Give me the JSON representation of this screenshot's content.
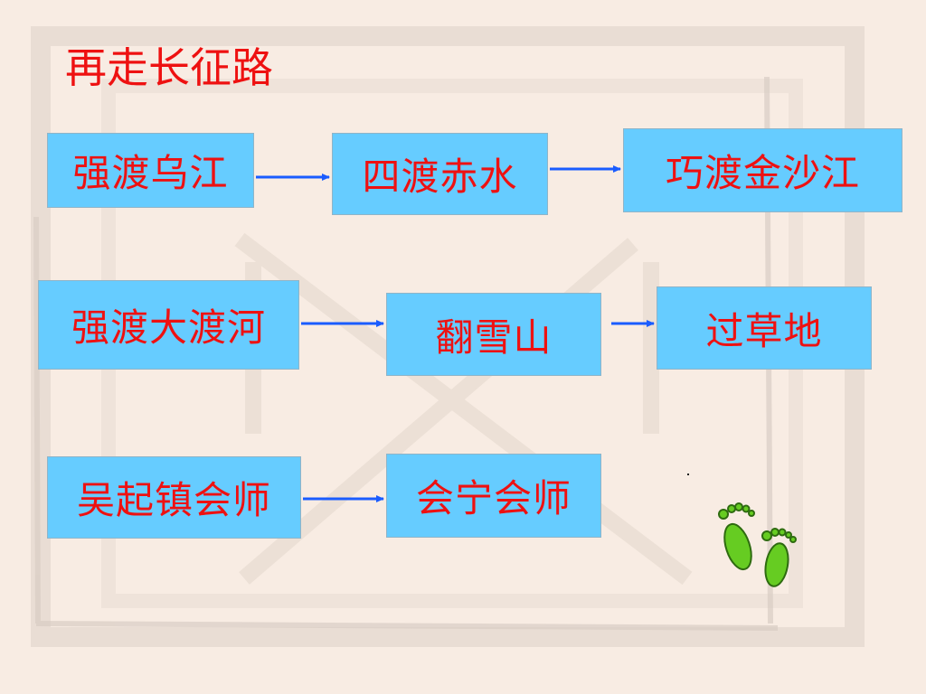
{
  "title": "再走长征路",
  "steps": [
    {
      "label": "强渡乌江"
    },
    {
      "label": "四渡赤水"
    },
    {
      "label": "巧渡金沙江"
    },
    {
      "label": "强渡大渡河"
    },
    {
      "label": "翻雪山"
    },
    {
      "label": "过草地"
    },
    {
      "label": "吴起镇会师"
    },
    {
      "label": "会宁会师"
    }
  ],
  "colors": {
    "background": "#f8ece3",
    "box_fill": "#66ccff",
    "text": "#ee1111",
    "arrow": "#1a5cff",
    "footprint": "#66cc22"
  },
  "icons": {
    "footprints": "footprints-icon"
  }
}
